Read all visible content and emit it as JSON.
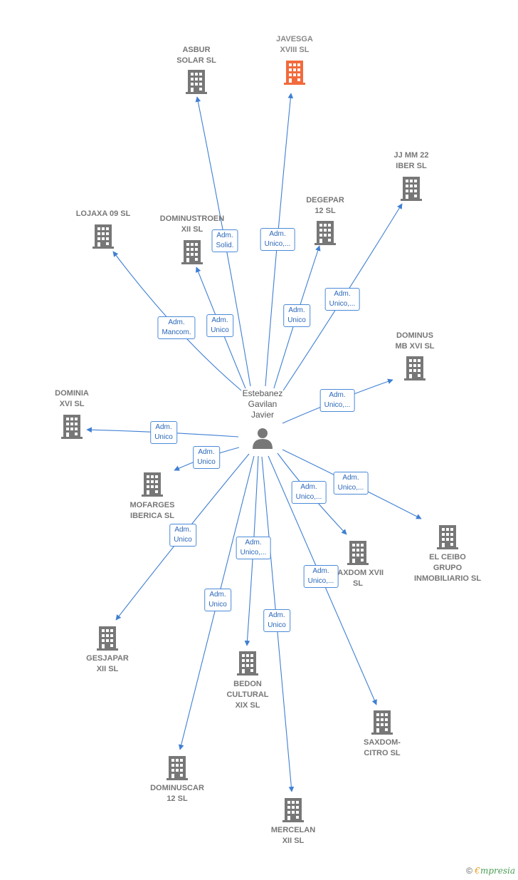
{
  "person": {
    "name": "Estebanez\nGavilan\nJavier",
    "icon": "person-icon"
  },
  "colors": {
    "edge": "#3f7fd3",
    "building": "#777777",
    "highlight": "#f26a3c"
  },
  "companies": [
    {
      "id": "asbur",
      "name": "ASBUR\nSOLAR SL",
      "role": "Adm.\nSolid.",
      "highlight": false
    },
    {
      "id": "javesga",
      "name": "JAVESGA\nXVIII SL",
      "role": "Adm.\nUnico,...",
      "highlight": true
    },
    {
      "id": "jjmm",
      "name": "JJ MM 22\nIBER SL",
      "role": "Adm.\nUnico,...",
      "highlight": false
    },
    {
      "id": "degepar",
      "name": "DEGEPAR\n12 SL",
      "role": "Adm.\nUnico",
      "highlight": false
    },
    {
      "id": "dominustroen",
      "name": "DOMINUSTROEN\nXII SL",
      "role": "Adm.\nUnico",
      "highlight": false
    },
    {
      "id": "lojaxa",
      "name": "LOJAXA 09 SL",
      "role": "Adm.\nMancom.",
      "highlight": false
    },
    {
      "id": "dominusmb",
      "name": "DOMINUS\nMB XVI SL",
      "role": "Adm.\nUnico,...",
      "highlight": false
    },
    {
      "id": "dominia",
      "name": "DOMINIA\nXVI SL",
      "role": "Adm.\nUnico",
      "highlight": false
    },
    {
      "id": "mofarges",
      "name": "MOFARGES\nIBERICA SL",
      "role": "Adm.\nUnico",
      "highlight": false
    },
    {
      "id": "elceibo",
      "name": "EL CEIBO\nGRUPO\nINMOBILIARIO SL",
      "role": "Adm.\nUnico,...",
      "highlight": false
    },
    {
      "id": "saxdomxvii",
      "name": "SAXDOM XVII\nSL",
      "role": "Adm.\nUnico,...",
      "highlight": false
    },
    {
      "id": "gesjapar",
      "name": "GESJAPAR\nXII SL",
      "role": "Adm.\nUnico",
      "highlight": false
    },
    {
      "id": "bedon",
      "name": "BEDON\nCULTURAL\nXIX SL",
      "role": "Adm.\nUnico,...",
      "highlight": false
    },
    {
      "id": "saxdomcitro",
      "name": "SAXDOM-\nCITRO SL",
      "role": "Adm.\nUnico,...",
      "highlight": false
    },
    {
      "id": "dominuscar",
      "name": "DOMINUSCAR\n12 SL",
      "role": "Adm.\nUnico",
      "highlight": false
    },
    {
      "id": "mercelan",
      "name": "MERCELAN\nXII SL",
      "role": "Adm.\nUnico",
      "highlight": false
    }
  ],
  "watermark": {
    "copyright": "©",
    "brand_first": "€",
    "brand_rest": "mpresia"
  }
}
